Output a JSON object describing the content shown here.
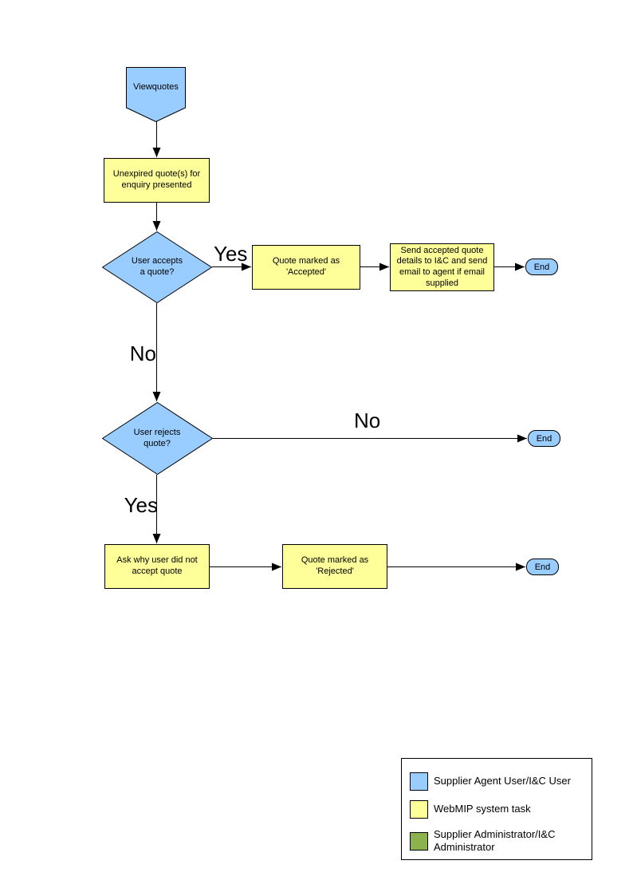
{
  "diagram": {
    "colors": {
      "user_fill": "#99CCFF",
      "task_fill": "#FFFF99",
      "admin_fill": "#8CB24E",
      "line": "#000000"
    },
    "nodes": {
      "start": "Viewquotes",
      "present_quotes": "Unexpired quote(s) for enquiry presented",
      "decision_accept": "User accepts a quote?",
      "mark_accepted": "Quote  marked as 'Accepted'",
      "send_details": "Send accepted quote details to I&C and send email to agent if email supplied",
      "decision_reject": "User rejects quote?",
      "ask_reason": "Ask why user did not accept quote",
      "mark_rejected": "Quote  marked as 'Rejected'",
      "end": "End"
    },
    "edge_labels": {
      "accept_yes": "Yes",
      "accept_no": "No",
      "reject_no": "No",
      "reject_yes": "Yes"
    }
  },
  "legend": {
    "items": [
      {
        "label": "Supplier Agent User/I&C User",
        "color": "#99CCFF"
      },
      {
        "label": "WebMIP system task",
        "color": "#FFFF99"
      },
      {
        "label": "Supplier Administrator/I&C Administrator",
        "color": "#8CB24E"
      }
    ]
  }
}
